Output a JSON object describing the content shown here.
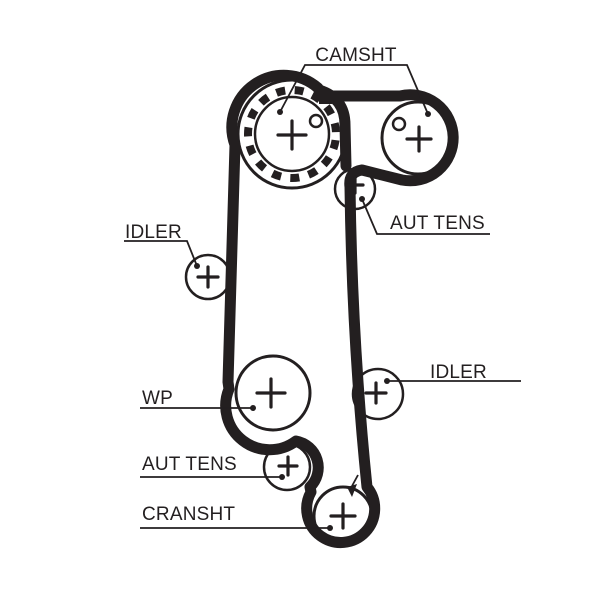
{
  "diagram": {
    "type": "timing-belt-routing",
    "colors": {
      "ink": "#231f20",
      "background": "#ffffff"
    },
    "labels": {
      "camshaft": "CAMSHT",
      "tensioner_upper": "AUT TENS",
      "idler_left": "IDLER",
      "water_pump": "WP",
      "idler_right": "IDLER",
      "tensioner_lower": "AUT TENS",
      "crankshaft": "CRANSHT"
    }
  }
}
